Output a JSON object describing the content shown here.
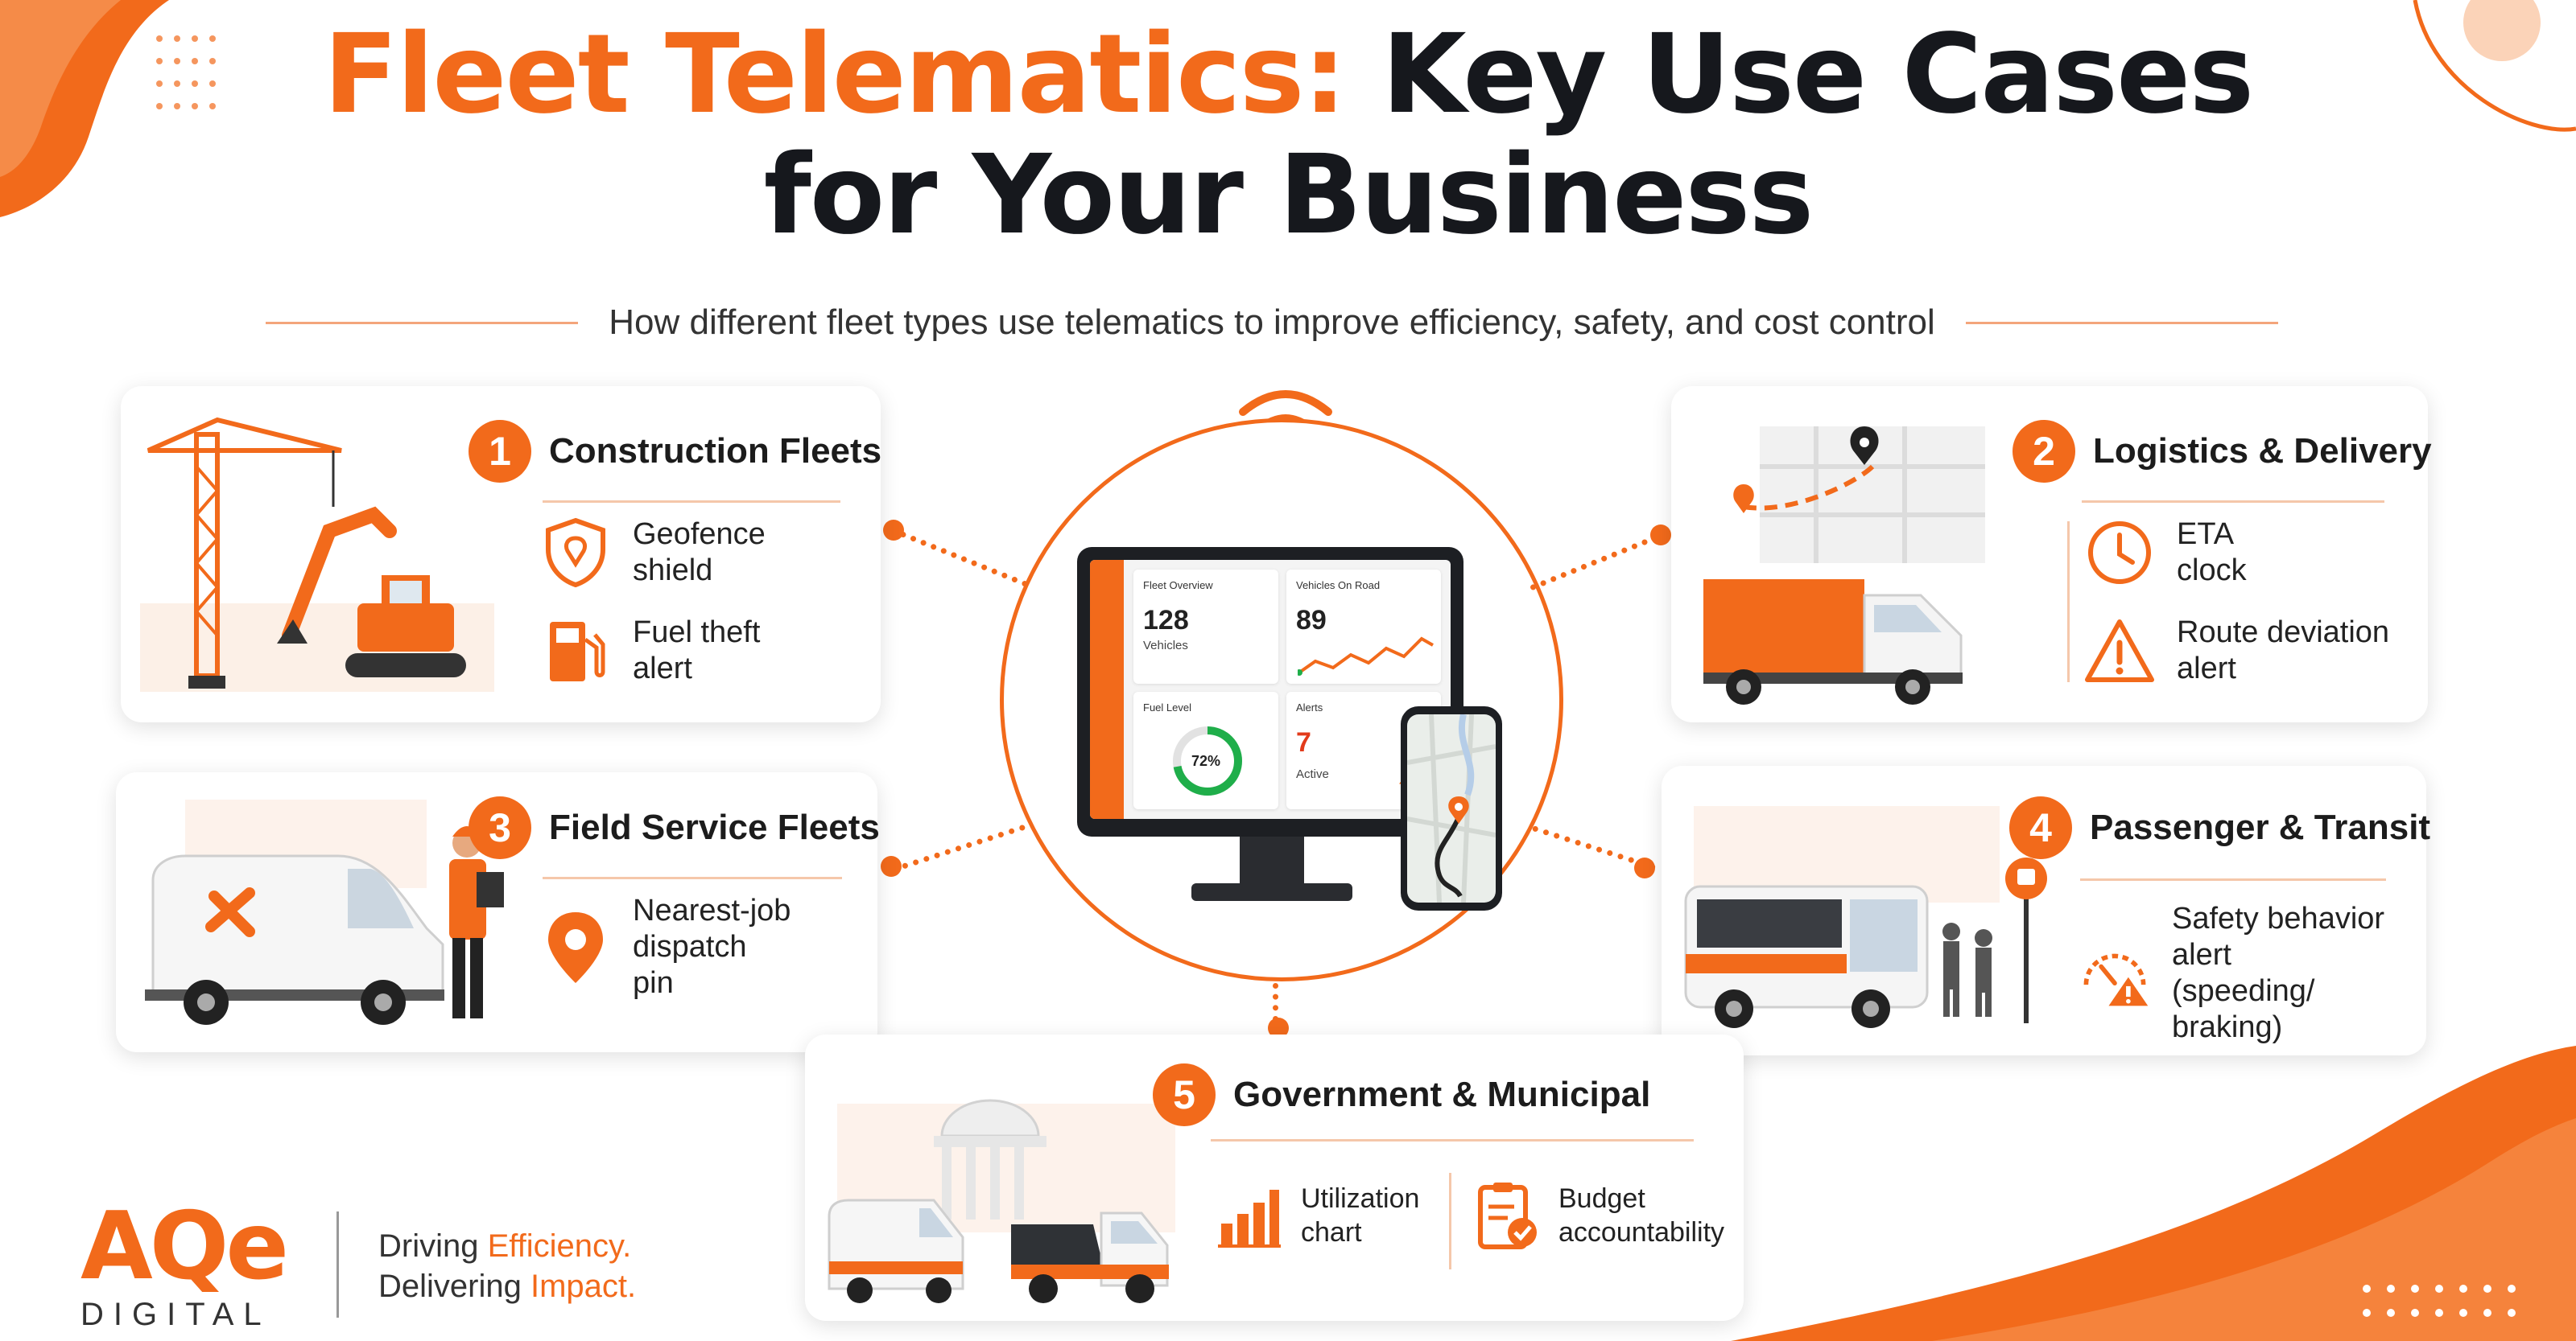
{
  "title": {
    "part1": "Fleet Telematics:",
    "part2": " Key Use Cases",
    "line2": "for Your Business"
  },
  "subtitle": "How different fleet types use telematics to improve efficiency, safety, and cost control",
  "colors": {
    "accent": "#f26a1b",
    "dark": "#16181d",
    "rule": "#f5c7aa"
  },
  "cards": {
    "construction": {
      "number": "1",
      "title": "Construction Fleets",
      "features": [
        {
          "icon": "geofence-shield-icon",
          "label": "Geofence\nshield"
        },
        {
          "icon": "fuel-pump-icon",
          "label": "Fuel theft\nalert"
        }
      ]
    },
    "logistics": {
      "number": "2",
      "title": "Logistics & Delivery",
      "features": [
        {
          "icon": "clock-icon",
          "label": "ETA\nclock"
        },
        {
          "icon": "warning-triangle-icon",
          "label": "Route deviation\nalert"
        }
      ]
    },
    "field_service": {
      "number": "3",
      "title": "Field Service Fleets",
      "features": [
        {
          "icon": "location-pin-icon",
          "label": "Nearest-job\ndispatch\npin"
        }
      ]
    },
    "transit": {
      "number": "4",
      "title": "Passenger & Transit",
      "features": [
        {
          "icon": "speedometer-warning-icon",
          "label": "Safety behavior\nalert\n(speeding/\nbraking)"
        }
      ]
    },
    "government": {
      "number": "5",
      "title": "Government & Municipal",
      "features": [
        {
          "icon": "bar-chart-icon",
          "label": "Utilization\nchart"
        },
        {
          "icon": "clipboard-check-icon",
          "label": "Budget\naccountability"
        }
      ]
    }
  },
  "dashboard": {
    "overview_label": "Fleet Overview",
    "overview_value": "128",
    "overview_unit": "Vehicles",
    "onroad_label": "Vehicles On Road",
    "onroad_value": "89",
    "fuel_label": "Fuel Level",
    "fuel_value": "72%",
    "fuel_fraction": 0.72,
    "alerts_label": "Alerts",
    "alerts_value": "7",
    "alerts_status": "Active"
  },
  "brand": {
    "logo": "AQe",
    "name": "DIGITAL",
    "tagline_1a": "Driving ",
    "tagline_1b": "Efficiency.",
    "tagline_2a": "Delivering ",
    "tagline_2b": "Impact."
  }
}
